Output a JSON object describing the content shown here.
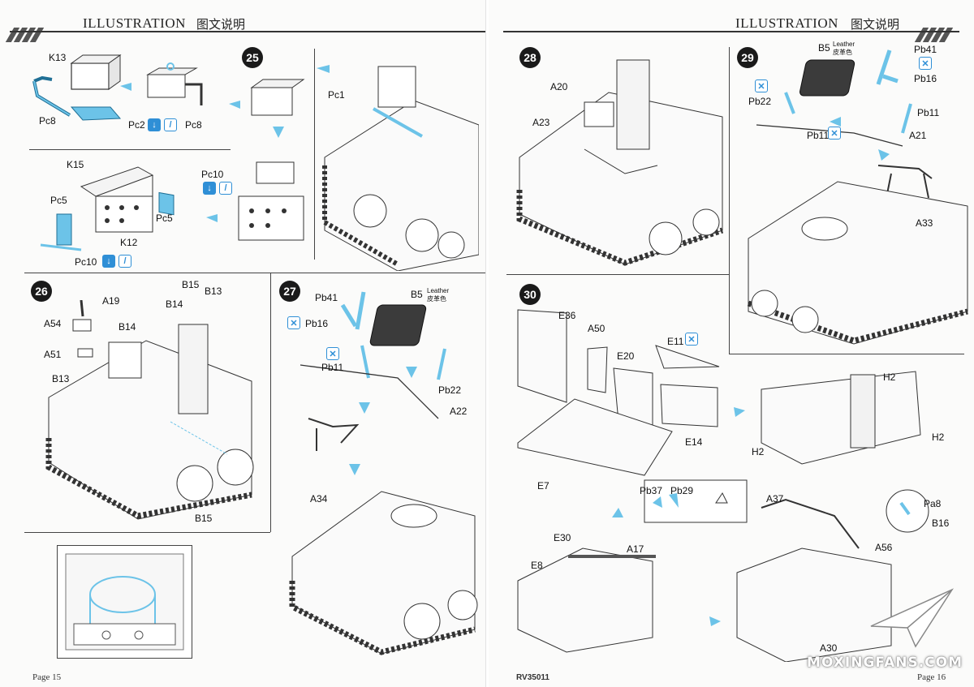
{
  "left_page": {
    "header": {
      "title": "ILLUSTRATION",
      "title_cn": "图文说明"
    },
    "steps": {
      "step25": {
        "number": "25",
        "labels": [
          "K13",
          "Pc8",
          "Pc2",
          "Pc8",
          "K15",
          "Pc10",
          "Pc5",
          "Pc5",
          "K12",
          "Pc10",
          "Pc1"
        ]
      },
      "step26": {
        "number": "26",
        "labels": [
          "A19",
          "A54",
          "A51",
          "B14",
          "B13",
          "B14",
          "B15",
          "B13",
          "B15"
        ]
      },
      "step27": {
        "number": "27",
        "labels": [
          "Pb41",
          "B5",
          "Pb16",
          "Pb11",
          "Pb22",
          "A22",
          "A34"
        ],
        "leather": "Leather",
        "leather_cn": "皮革色"
      }
    },
    "footer": {
      "page_label": "Page",
      "page_number": "15"
    }
  },
  "right_page": {
    "header": {
      "title": "ILLUSTRATION",
      "title_cn": "图文说明"
    },
    "steps": {
      "step28": {
        "number": "28",
        "labels": [
          "A20",
          "A23"
        ]
      },
      "step29": {
        "number": "29",
        "labels": [
          "B5",
          "Pb41",
          "Pb16",
          "Pb22",
          "Pb11",
          "Pb11",
          "A21",
          "A33"
        ],
        "leather": "Leather",
        "leather_cn": "皮革色"
      },
      "step30": {
        "number": "30",
        "labels": [
          "E36",
          "A50",
          "E20",
          "E11",
          "H2",
          "E14",
          "E7",
          "H2",
          "H2",
          "Pb37",
          "Pb29",
          "A37",
          "Pa8",
          "B16",
          "E30",
          "A17",
          "E8",
          "A56",
          "A30"
        ]
      }
    },
    "footer": {
      "kit_code": "RV35011",
      "page_label": "Page",
      "page_number": "16"
    },
    "watermark": "MOXINGFANS.COM"
  },
  "colors": {
    "accent_blue": "#2f8fd6",
    "part_blue": "#6cc3e8",
    "line": "#333333"
  },
  "icons": [
    "arrow-icon",
    "glue-icon",
    "paint-icon",
    "cut-icon"
  ]
}
